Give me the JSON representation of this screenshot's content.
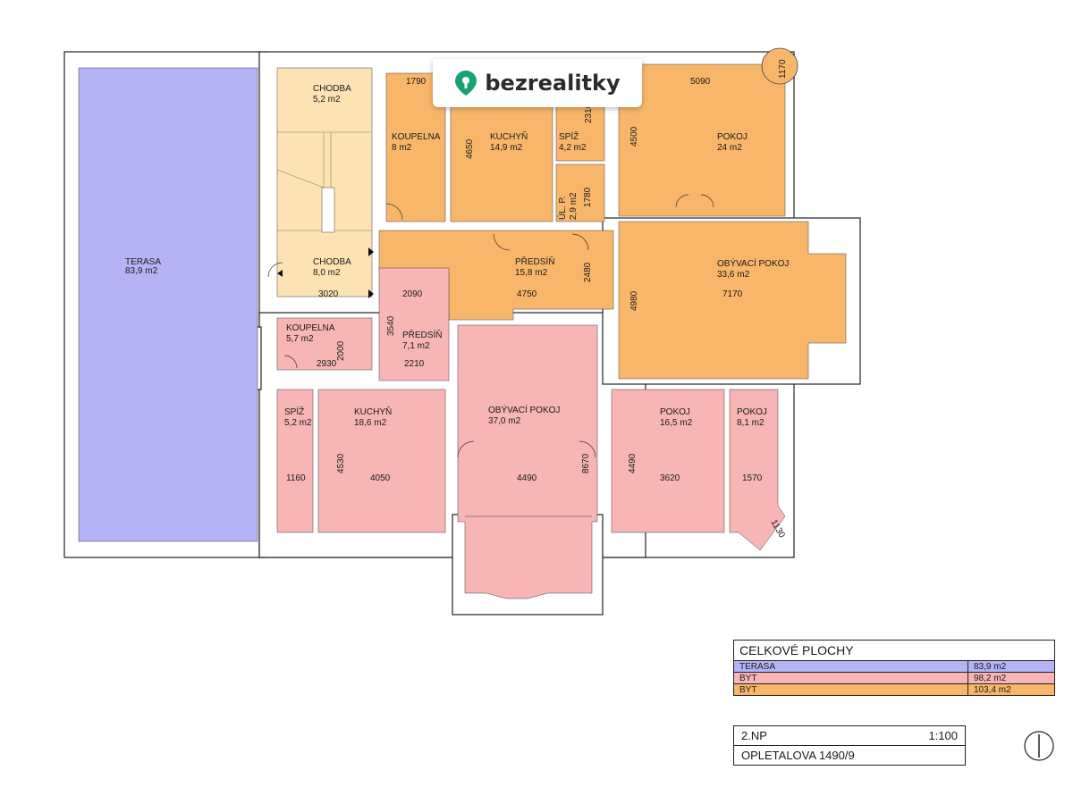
{
  "logo": {
    "text": "bezrealitky",
    "icon": "location-pin-icon",
    "color": "#16a36f"
  },
  "colors": {
    "terrace": "#b3b3f5",
    "flat_pink": "#f7b5b5",
    "flat_orange": "#f8b66a",
    "stair": "#fde3b3"
  },
  "rooms": [
    {
      "id": "terasa",
      "name": "TERASA",
      "area": "83,9 m2",
      "fill": "terrace"
    },
    {
      "id": "chodba1",
      "name": "CHODBA",
      "area": "5,2 m2",
      "fill": "stair"
    },
    {
      "id": "chodba2",
      "name": "CHODBA",
      "area": "8,0 m2",
      "fill": "stair"
    },
    {
      "id": "koupelna1",
      "name": "KOUPELNA",
      "area": "8 m2",
      "fill": "flat_orange"
    },
    {
      "id": "kuchyn1",
      "name": "KUCHYŇ",
      "area": "14,9 m2",
      "fill": "flat_orange"
    },
    {
      "id": "spiz1",
      "name": "SPÍŽ",
      "area": "4,2 m2",
      "fill": "flat_orange"
    },
    {
      "id": "ulp",
      "name": "ÚL. P.",
      "area": "2,9 m2",
      "fill": "flat_orange"
    },
    {
      "id": "pokoj1",
      "name": "POKOJ",
      "area": "24 m2",
      "fill": "flat_orange"
    },
    {
      "id": "predsin1",
      "name": "PŘEDSÍŇ",
      "area": "15,8 m2",
      "fill": "flat_orange"
    },
    {
      "id": "obyvaci1",
      "name": "OBÝVACÍ POKOJ",
      "area": "33,6 m2",
      "fill": "flat_orange"
    },
    {
      "id": "koupelna2",
      "name": "KOUPELNA",
      "area": "5,7 m2",
      "fill": "flat_pink"
    },
    {
      "id": "predsin2",
      "name": "PŘEDSÍŇ",
      "area": "7,1 m2",
      "fill": "flat_pink"
    },
    {
      "id": "spiz2",
      "name": "SPÍŽ",
      "area": "5,2 m2",
      "fill": "flat_pink"
    },
    {
      "id": "kuchyn2",
      "name": "KUCHYŇ",
      "area": "18,6 m2",
      "fill": "flat_pink"
    },
    {
      "id": "obyvaci2",
      "name": "OBÝVACÍ POKOJ",
      "area": "37,0 m2",
      "fill": "flat_pink"
    },
    {
      "id": "pokoj2",
      "name": "POKOJ",
      "area": "16,5 m2",
      "fill": "flat_pink"
    },
    {
      "id": "pokoj3",
      "name": "POKOJ",
      "area": "8,1 m2",
      "fill": "flat_pink"
    }
  ],
  "dimensions": [
    {
      "id": "d1790",
      "value": "1790"
    },
    {
      "id": "d2310",
      "value": "2310"
    },
    {
      "id": "d4650",
      "value": "4650"
    },
    {
      "id": "d1780",
      "value": "1780"
    },
    {
      "id": "d5090",
      "value": "5090"
    },
    {
      "id": "d4500",
      "value": "4500"
    },
    {
      "id": "d1170",
      "value": "1170"
    },
    {
      "id": "d3020",
      "value": "3020"
    },
    {
      "id": "d2090",
      "value": "2090"
    },
    {
      "id": "d4750",
      "value": "4750"
    },
    {
      "id": "d2480",
      "value": "2480"
    },
    {
      "id": "d4980",
      "value": "4980"
    },
    {
      "id": "d7170",
      "value": "7170"
    },
    {
      "id": "d3540",
      "value": "3540"
    },
    {
      "id": "d2000",
      "value": "2000"
    },
    {
      "id": "d2930",
      "value": "2930"
    },
    {
      "id": "d2210",
      "value": "2210"
    },
    {
      "id": "d4530",
      "value": "4530"
    },
    {
      "id": "d1160",
      "value": "1160"
    },
    {
      "id": "d4050",
      "value": "4050"
    },
    {
      "id": "d4490a",
      "value": "4490"
    },
    {
      "id": "d8670",
      "value": "8670"
    },
    {
      "id": "d4490b",
      "value": "4490"
    },
    {
      "id": "d3620",
      "value": "3620"
    },
    {
      "id": "d1570",
      "value": "1570"
    },
    {
      "id": "d1130",
      "value": "1130"
    }
  ],
  "summary": {
    "title": "CELKOVÉ PLOCHY",
    "rows": [
      {
        "label": "TERASA",
        "value": "83,9 m2",
        "color": "#b3b3f5"
      },
      {
        "label": "BYT",
        "value": "98,2 m2",
        "color": "#f7b5b5"
      },
      {
        "label": "BYT",
        "value": "103,4 m2",
        "color": "#f8b66a"
      }
    ]
  },
  "info": {
    "floor": "2.NP",
    "scale": "1:100",
    "address": "OPLETALOVA 1490/9"
  },
  "north_icon": "north-arrow-icon"
}
